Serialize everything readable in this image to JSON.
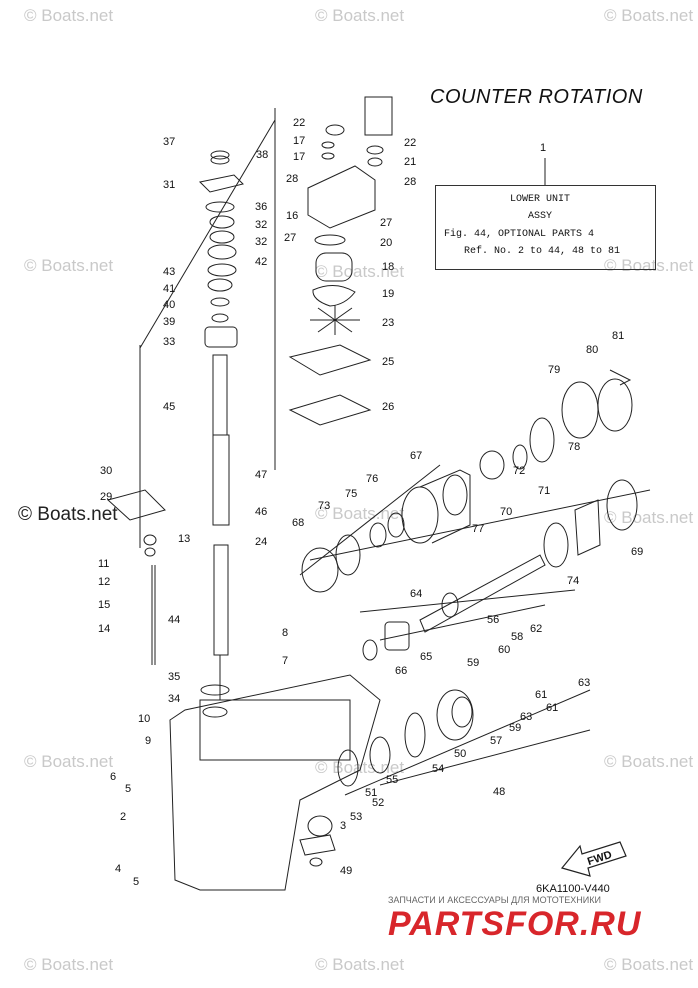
{
  "title": "COUNTER ROTATION",
  "info_box": {
    "ref_number": "1",
    "line1": "LOWER UNIT",
    "line2": "ASSY",
    "line3": "Fig. 44, OPTIONAL PARTS 4",
    "line4": "Ref. No. 2 to 44, 48 to 81"
  },
  "diagram_code": "6KA1100-V440",
  "fwd_label": "FWD",
  "watermarks": [
    "© Boats.net",
    "© Boats.net",
    "© Boats.net",
    "© Boats.net",
    "© Boats.net",
    "© Boats.net",
    "© Boats.net",
    "© Boats.net",
    "© Boats.net",
    "© Boats.net",
    "© Boats.net",
    "© Boats.net",
    "© Boats.net",
    "© Boats.net"
  ],
  "watermark_dark": "© Boats.net",
  "footer_text": "ЗАПЧАСТИ И АКСЕССУАРЫ ДЛЯ МОТОТЕХНИКИ",
  "footer_brand": "PARTSFOR.RU",
  "part_labels": [
    "37",
    "38",
    "31",
    "36",
    "32",
    "32",
    "42",
    "43",
    "41",
    "40",
    "39",
    "33",
    "45",
    "22",
    "17",
    "17",
    "28",
    "22",
    "21",
    "28",
    "16",
    "27",
    "27",
    "20",
    "18",
    "19",
    "23",
    "25",
    "26",
    "30",
    "29",
    "13",
    "11",
    "12",
    "15",
    "14",
    "47",
    "46",
    "24",
    "44",
    "8",
    "7",
    "35",
    "34",
    "10",
    "9",
    "6",
    "5",
    "2",
    "4",
    "5",
    "3",
    "49",
    "81",
    "80",
    "79",
    "78",
    "71",
    "72",
    "70",
    "67",
    "76",
    "75",
    "73",
    "68",
    "77",
    "69",
    "74",
    "56",
    "64",
    "65",
    "66",
    "58",
    "62",
    "60",
    "61",
    "63",
    "59",
    "63",
    "61",
    "57",
    "59",
    "50",
    "54",
    "55",
    "51",
    "52",
    "53",
    "48"
  ]
}
